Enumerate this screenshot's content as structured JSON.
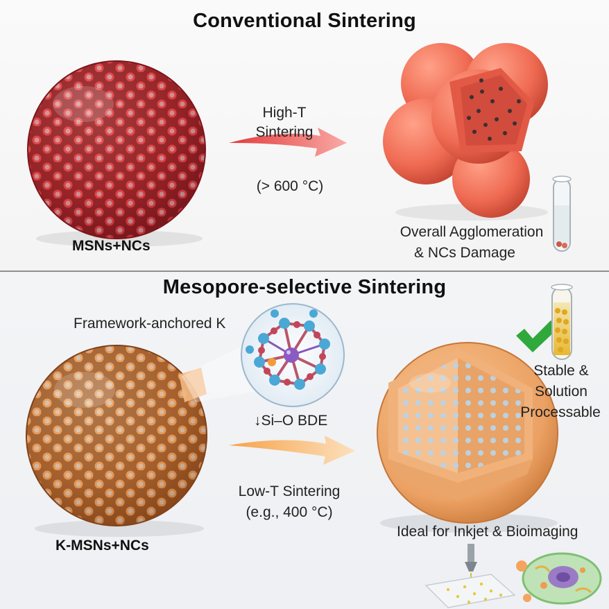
{
  "top_panel": {
    "title": "Conventional Sintering",
    "sphere_label": "MSNs+NCs",
    "arrow_label_line1": "High-T",
    "arrow_label_line2": "Sintering",
    "temperature": "(> 600 °C)",
    "result_line1": "Overall Agglomeration",
    "result_line2": "& NCs Damage"
  },
  "bottom_panel": {
    "title": "Mesopore-selective Sintering",
    "anchored_label": "Framework-anchored K",
    "bde_label": "↓Si–O BDE",
    "arrow_label": "Low-T Sintering",
    "temperature": "(e.g., 400 °C)",
    "sphere_label": "K-MSNs+NCs",
    "result_line1": "Stable &",
    "result_line2": "Solution",
    "result_line3": "Processable",
    "application": "Ideal for Inkjet & Bioimaging"
  },
  "colors": {
    "msn_red": "#d8403f",
    "k_msn_orange": "#e39a58",
    "agglomerate": "#ef6a52",
    "nc_dot": "#b9d3e6",
    "check_green": "#2fa83c"
  }
}
